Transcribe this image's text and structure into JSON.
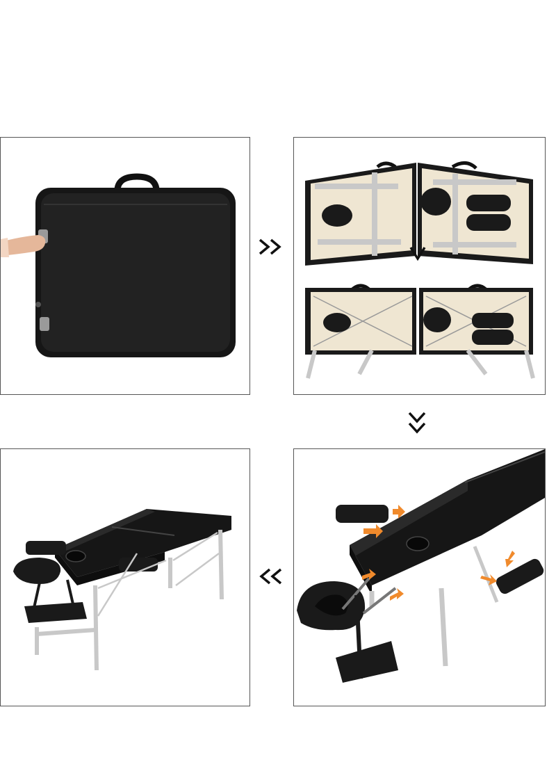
{
  "steps": [
    {
      "scene": "folded-table-carry-case"
    },
    {
      "scene": "unfolding-table-upside-down"
    },
    {
      "scene": "attaching-armrests-and-headrest"
    },
    {
      "scene": "assembled-massage-table"
    }
  ],
  "arrows": [
    {
      "direction": "right",
      "icon": "double-chevron-right-icon"
    },
    {
      "direction": "down",
      "icon": "chevron-down-icon"
    },
    {
      "direction": "down",
      "icon": "double-chevron-down-icon"
    },
    {
      "direction": "left",
      "icon": "double-chevron-left-icon"
    }
  ],
  "colors": {
    "table_upholstery": "#1a1a1a",
    "table_underside": "#efe6d2",
    "aluminum_frame": "#c8c8c8",
    "annotation_arrows": "#f08a2c",
    "panel_border": "#555555"
  }
}
